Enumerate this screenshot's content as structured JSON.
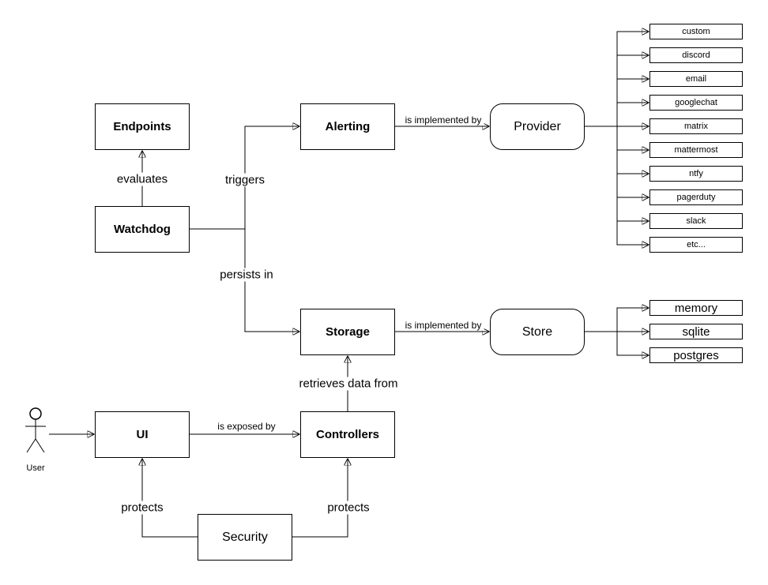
{
  "diagram": {
    "nodes": {
      "endpoints": "Endpoints",
      "watchdog": "Watchdog",
      "alerting": "Alerting",
      "provider": "Provider",
      "storage": "Storage",
      "store": "Store",
      "ui": "UI",
      "controllers": "Controllers",
      "security": "Security"
    },
    "actor": {
      "label": "User"
    },
    "edges": {
      "evaluates": "evaluates",
      "triggers": "triggers",
      "persists_in": "persists in",
      "alerting_provider": "is implemented by",
      "storage_store": "is implemented by",
      "retrieves": "retrieves data from",
      "exposed_by": "is exposed by",
      "protects_ui": "protects",
      "protects_controllers": "protects"
    },
    "provider_impls": [
      "custom",
      "discord",
      "email",
      "googlechat",
      "matrix",
      "mattermost",
      "ntfy",
      "pagerduty",
      "slack",
      "etc..."
    ],
    "store_impls": [
      "memory",
      "sqlite",
      "postgres"
    ]
  }
}
